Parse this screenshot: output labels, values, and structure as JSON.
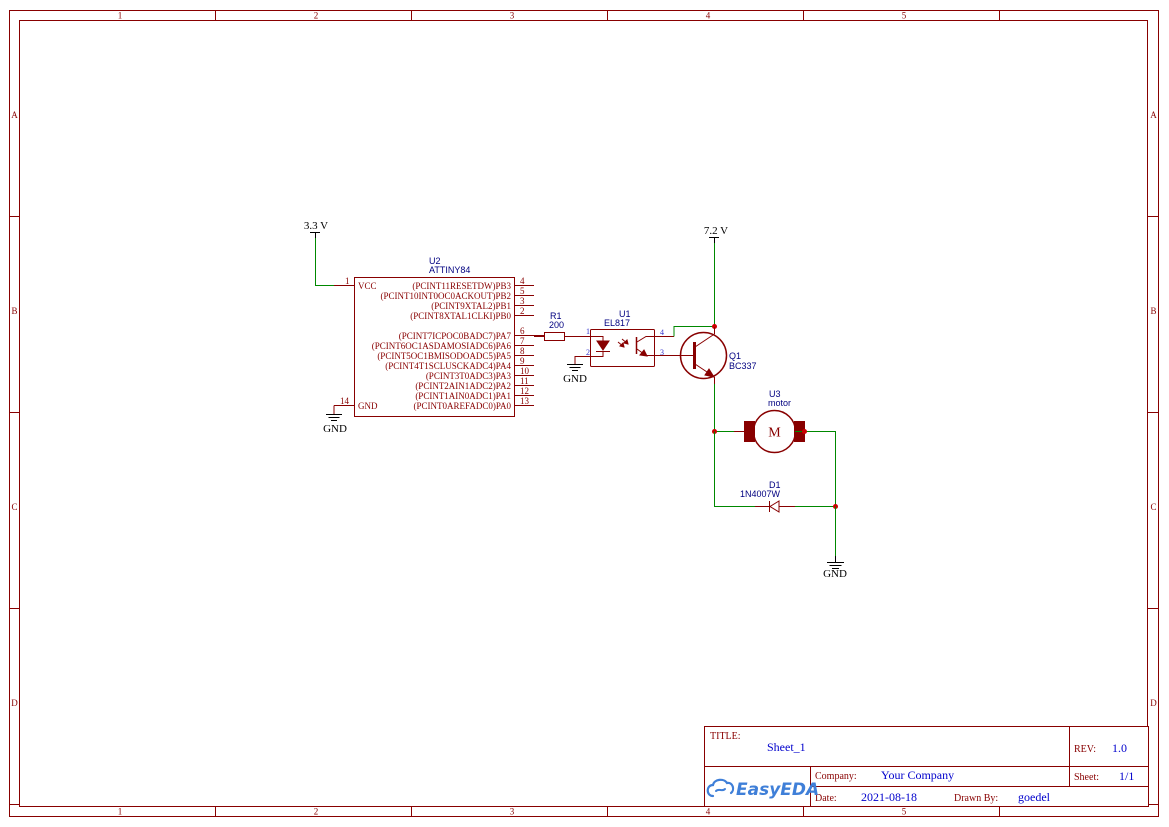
{
  "frame": {
    "columns": [
      "1",
      "2",
      "3",
      "4",
      "5",
      ""
    ],
    "rows": [
      "A",
      "B",
      "C",
      "D"
    ]
  },
  "nets": {
    "vcc_33": "3.3 V",
    "vcc_72": "7.2 V",
    "gnd": "GND"
  },
  "components": {
    "u2": {
      "ref": "U2",
      "value": "ATTINY84",
      "left_pins": [
        {
          "num": "1",
          "name": "VCC"
        },
        {
          "num": "14",
          "name": "GND"
        }
      ],
      "right_pins": [
        {
          "num": "4",
          "name": "(PCINT11RESETDW)PB3"
        },
        {
          "num": "5",
          "name": "(PCINT10INT0OC0ACKOUT)PB2"
        },
        {
          "num": "3",
          "name": "(PCINT9XTAL2)PB1"
        },
        {
          "num": "2",
          "name": "(PCINT8XTAL1CLKI)PB0"
        },
        {
          "num": "6",
          "name": "(PCINT7ICPOC0BADC7)PA7"
        },
        {
          "num": "7",
          "name": "(PCINT6OC1ASDAMOSIADC6)PA6"
        },
        {
          "num": "8",
          "name": "(PCINT5OC1BMISODOADC5)PA5"
        },
        {
          "num": "9",
          "name": "(PCINT4T1SCLUSCKADC4)PA4"
        },
        {
          "num": "10",
          "name": "(PCINT3T0ADC3)PA3"
        },
        {
          "num": "11",
          "name": "(PCINT2AIN1ADC2)PA2"
        },
        {
          "num": "12",
          "name": "(PCINT1AIN0ADC1)PA1"
        },
        {
          "num": "13",
          "name": "(PCINT0AREFADC0)PA0"
        }
      ]
    },
    "r1": {
      "ref": "R1",
      "value": "200"
    },
    "u1": {
      "ref": "U1",
      "value": "EL817",
      "pins": [
        "1",
        "2",
        "4",
        "3"
      ]
    },
    "q1": {
      "ref": "Q1",
      "value": "BC337"
    },
    "u3": {
      "ref": "U3",
      "value": "motor",
      "symbol_text": "M"
    },
    "d1": {
      "ref": "D1",
      "value": "1N4007W"
    }
  },
  "title_block": {
    "title_label": "TITLE:",
    "title_value": "Sheet_1",
    "rev_label": "REV:",
    "rev_value": "1.0",
    "company_label": "Company:",
    "company_value": "Your Company",
    "sheet_label": "Sheet:",
    "sheet_value": "1/1",
    "date_label": "Date:",
    "date_value": "2021-08-18",
    "drawn_label": "Drawn By:",
    "drawn_value": "goedel",
    "logo_text": "EasyEDA"
  },
  "colors": {
    "frame": "#880000",
    "wire": "#008800",
    "junction": "#cc0000",
    "designator": "#000080",
    "title_value": "#0000cc",
    "logo": "#3f7fd8"
  }
}
